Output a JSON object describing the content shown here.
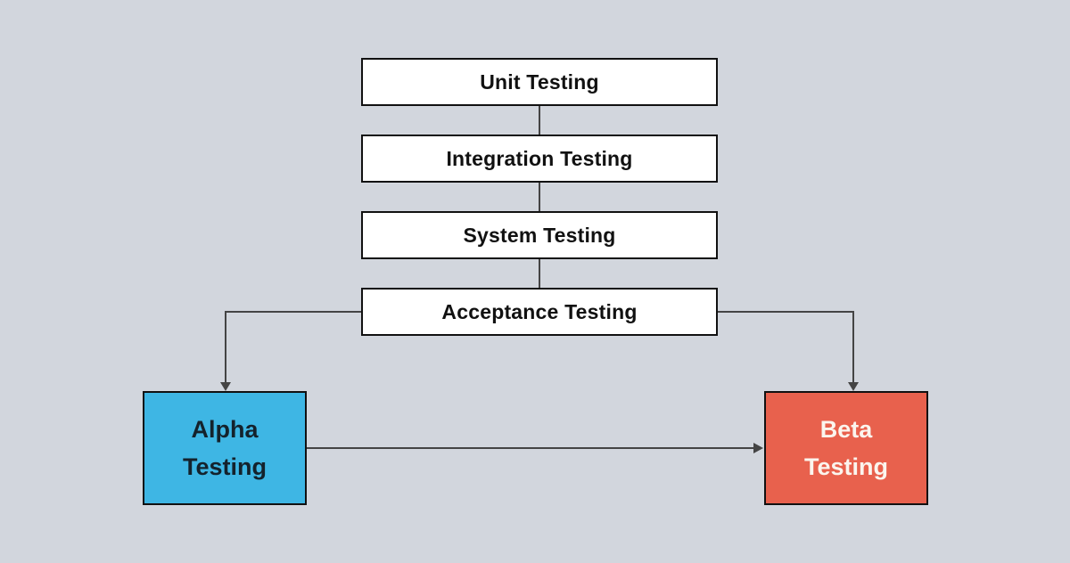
{
  "colors": {
    "background": "#d2d6dd",
    "stack_fill": "#ffffff",
    "stack_text": "#111111",
    "box_border": "#111111",
    "alpha_fill": "#3eb6e4",
    "alpha_text": "#14222c",
    "beta_fill": "#e8614d",
    "beta_text": "#fbf5ee",
    "connector": "#444444"
  },
  "diagram": {
    "type": "flowchart",
    "nodes": {
      "unit": {
        "label": "Unit Testing"
      },
      "integration": {
        "label": "Integration Testing"
      },
      "system": {
        "label": "System Testing"
      },
      "acceptance": {
        "label": "Acceptance Testing"
      },
      "alpha": {
        "line1": "Alpha",
        "line2": "Testing"
      },
      "beta": {
        "line1": "Beta",
        "line2": "Testing"
      }
    },
    "edges": [
      {
        "from": "Unit Testing",
        "to": "Integration Testing",
        "style": "plain-line"
      },
      {
        "from": "Integration Testing",
        "to": "System Testing",
        "style": "plain-line"
      },
      {
        "from": "System Testing",
        "to": "Acceptance Testing",
        "style": "plain-line"
      },
      {
        "from": "Acceptance Testing",
        "to": "Alpha Testing",
        "style": "elbow-arrow"
      },
      {
        "from": "Acceptance Testing",
        "to": "Beta Testing",
        "style": "elbow-arrow"
      },
      {
        "from": "Alpha Testing",
        "to": "Beta Testing",
        "style": "straight-arrow"
      }
    ]
  }
}
